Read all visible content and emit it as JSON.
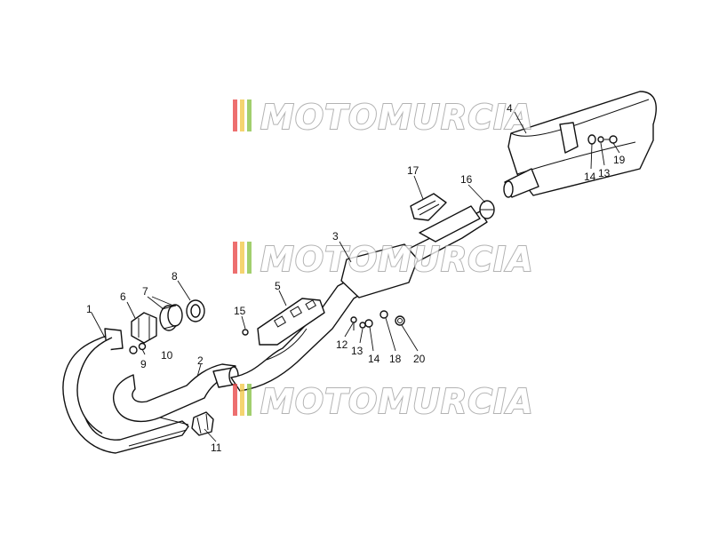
{
  "watermark": {
    "text": "MOTOMURCIA",
    "stripe_colors": [
      "#e94b4b",
      "#f2c94c",
      "#8bc34a"
    ]
  },
  "callouts": [
    {
      "id": "c1",
      "label": "1"
    },
    {
      "id": "c2",
      "label": "2"
    },
    {
      "id": "c3",
      "label": "3"
    },
    {
      "id": "c4",
      "label": "4"
    },
    {
      "id": "c5",
      "label": "5"
    },
    {
      "id": "c6",
      "label": "6"
    },
    {
      "id": "c7",
      "label": "7"
    },
    {
      "id": "c8",
      "label": "8"
    },
    {
      "id": "c9",
      "label": "9"
    },
    {
      "id": "c10",
      "label": "10"
    },
    {
      "id": "c11",
      "label": "11"
    },
    {
      "id": "c12",
      "label": "12"
    },
    {
      "id": "c13a",
      "label": "13"
    },
    {
      "id": "c14a",
      "label": "14"
    },
    {
      "id": "c18",
      "label": "18"
    },
    {
      "id": "c20",
      "label": "20"
    },
    {
      "id": "c15",
      "label": "15"
    },
    {
      "id": "c16",
      "label": "16"
    },
    {
      "id": "c17",
      "label": "17"
    },
    {
      "id": "c14b",
      "label": "14"
    },
    {
      "id": "c13b",
      "label": "13"
    },
    {
      "id": "c19",
      "label": "19"
    }
  ]
}
